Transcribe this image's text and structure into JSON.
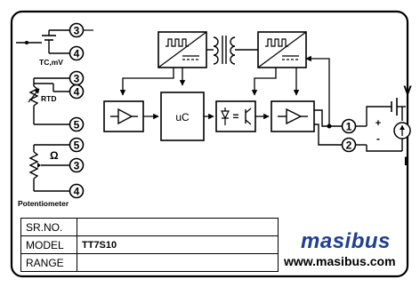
{
  "inputs": {
    "tc": {
      "terminals": [
        "3",
        "4"
      ],
      "label": "TC,mV"
    },
    "rtd": {
      "terminals": [
        "3",
        "4",
        "5"
      ],
      "label": "RTD"
    },
    "pot": {
      "terminals": [
        "5",
        "3",
        "4"
      ],
      "symbol": "Ω",
      "label": "Potentiometer"
    }
  },
  "blocks": {
    "mcu": "uC",
    "isolation_symbol": "="
  },
  "outputs": {
    "terminals": [
      "1",
      "2"
    ],
    "plus": "+",
    "minus": "-",
    "voltage": "V",
    "current": "I"
  },
  "table": {
    "rows": [
      {
        "label": "SR.NO.",
        "value": ""
      },
      {
        "label": "MODEL",
        "value": "TT7S10"
      },
      {
        "label": "RANGE",
        "value": ""
      }
    ]
  },
  "brand": {
    "name": "masibus",
    "website": "www.masibus.com"
  }
}
